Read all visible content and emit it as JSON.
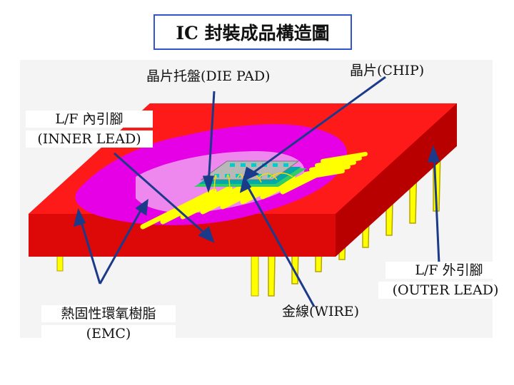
{
  "title": "IC 封裝成品構造圖",
  "labels": {
    "die_pad": "晶片托盤(DIE PAD)",
    "chip": "晶片(CHIP)",
    "inner_lead_1": "L/F 內引腳",
    "inner_lead_2": "(INNER LEAD)",
    "outer_lead_1": "L/F 外引腳",
    "outer_lead_2": "(OUTER LEAD)",
    "emc_1": "熱固性環氧樹脂",
    "emc_2": "(EMC)",
    "wire": "金線(WIRE)"
  },
  "colors": {
    "body_red": "#ff1a1a",
    "body_dark_red": "#c40000",
    "cavity_magenta": "#e600e6",
    "cavity_light": "#ee88ee",
    "lead_yellow": "#ffff00",
    "lead_olive": "#b5a400",
    "chip_gray": "#b8b8b8",
    "chip_teal": "#00cccc",
    "arrow_blue": "#1c3a8a",
    "title_border": "#3355cc"
  }
}
